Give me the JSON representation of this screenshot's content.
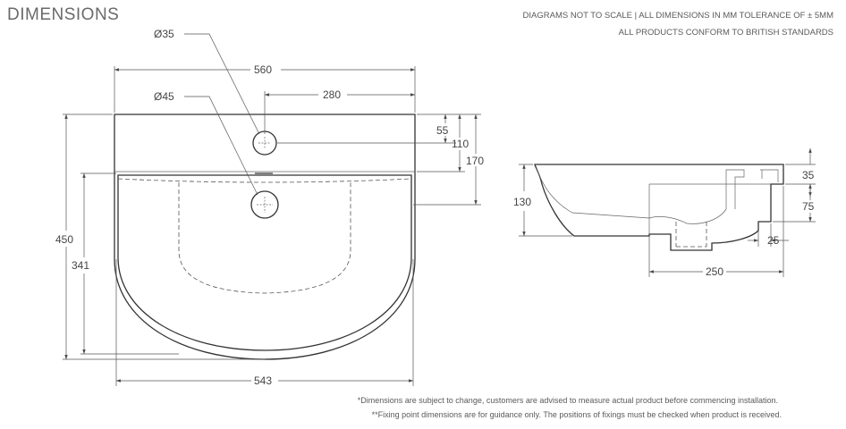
{
  "header": {
    "title": "DIMENSIONS",
    "note_scale": "DIAGRAMS NOT TO SCALE | ALL DIMENSIONS IN MM TOLERANCE OF ± 5MM",
    "note_standards": "ALL PRODUCTS CONFORM TO BRITISH STANDARDS"
  },
  "front_view": {
    "hole_35": "Ø35",
    "hole_45": "Ø45",
    "width_560": "560",
    "offset_280": "280",
    "tap_55": "55",
    "depth_110": "110",
    "depth_170": "170",
    "height_450": "450",
    "height_341": "341",
    "width_543": "543"
  },
  "side_view": {
    "height_130": "130",
    "depth_35": "35",
    "depth_75": "75",
    "offset_25": "25",
    "width_250": "250"
  },
  "footer": {
    "note_1": "*Dimensions are subject to change, customers are advised to measure actual product before commencing installation.",
    "note_2": "**Fixing point dimensions are for guidance only. The positions of fixings must be checked when product is received."
  }
}
